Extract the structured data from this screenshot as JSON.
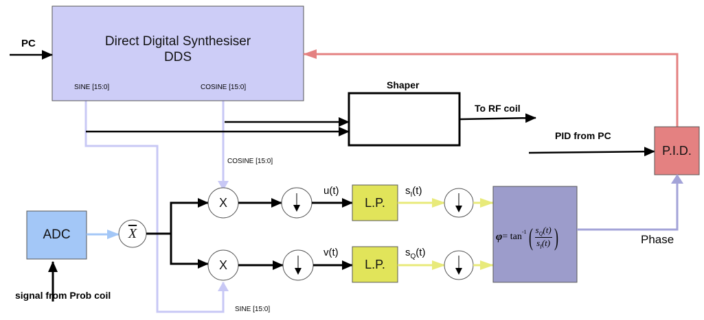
{
  "colors": {
    "dds_fill": "#cdcdf7",
    "adc_fill": "#a3c7f7",
    "lp_fill": "#e1e45a",
    "phase_fill": "#9c9ccb",
    "pid_fill": "#e48181",
    "lavender_line": "#c8c8f5",
    "yellow_line": "#e8ea7a",
    "pink_line": "#e48181",
    "purple_line": "#a3a3d8"
  },
  "blocks": {
    "dds": {
      "title": "Direct Digital Synthesiser",
      "subtitle": "DDS",
      "sine_port": "SINE  [15:0]",
      "cosine_port": "COSINE  [15:0]"
    },
    "shaper": {
      "title": "Shaper"
    },
    "adc": {
      "label": "ADC"
    },
    "mean": {
      "label": "X"
    },
    "mixer_i": {
      "label": "X"
    },
    "mixer_q": {
      "label": "X"
    },
    "lp_i": {
      "label": "L.P."
    },
    "lp_q": {
      "label": "L.P."
    },
    "phase_calc": {
      "phi": "φ",
      "eq": "= tan",
      "sup": "-1",
      "num": "s",
      "num_sub": "Q",
      "num_t": "(t)",
      "den": "s",
      "den_sub": "I",
      "den_t": "(t)"
    },
    "pid": {
      "label": "P.I.D."
    }
  },
  "labels": {
    "pc_input": "PC",
    "to_rf_coil": "To RF coil",
    "pid_from_pc": "PID from  PC",
    "cosine_signal": "COSINE  [15:0]",
    "sine_signal": "SINE  [15:0]",
    "probe_signal": "signal from Prob coil",
    "u_t": "u(t)",
    "v_t": "v(t)",
    "s_i": "s",
    "s_i_sub": "I",
    "s_i_t": "(t)",
    "s_q": "s",
    "s_q_sub": "Q",
    "s_q_t": "(t)",
    "phase_out": "Phase"
  }
}
